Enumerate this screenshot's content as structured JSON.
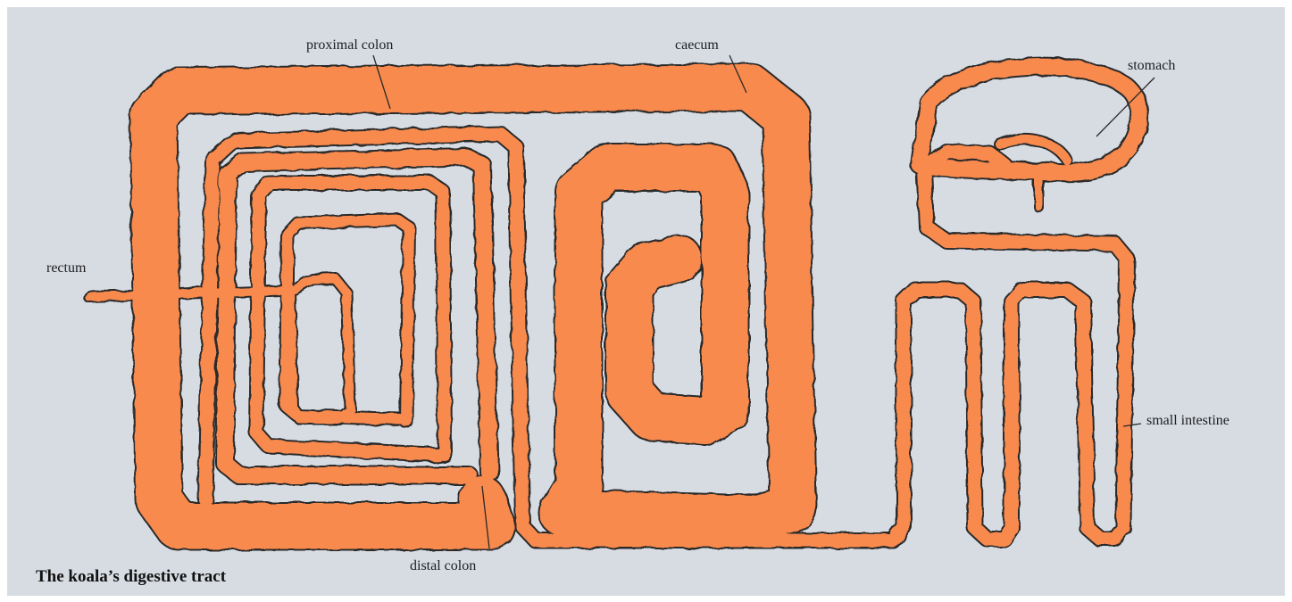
{
  "caption": "The koala’s digestive tract",
  "labels": {
    "proximal_colon": "proximal colon",
    "caecum": "caecum",
    "stomach": "stomach",
    "rectum": "rectum",
    "small_intestine": "small intestine",
    "distal_colon": "distal colon"
  },
  "colors": {
    "background": "#d7dce3",
    "tract_fill": "#f98a4d",
    "tract_outline": "#2a2a2a",
    "leader_line": "#2a2a2a"
  }
}
